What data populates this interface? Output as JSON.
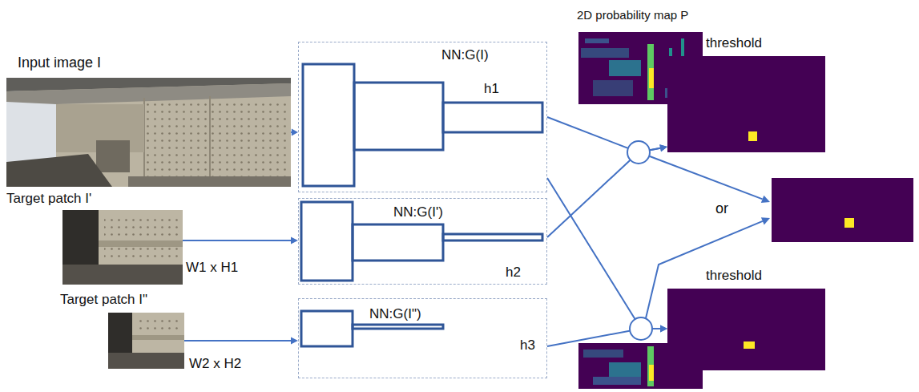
{
  "diagram": {
    "nodes": [
      {
        "text": [
          "Input image I"
        ]
      },
      {
        "text": [
          "NN:G(I)",
          "h1"
        ]
      },
      {
        "text": [
          "Target patch I'",
          "W1 x H1"
        ]
      },
      {
        "text": [
          "NN:G(I')",
          "h2"
        ]
      },
      {
        "text": [
          "Target patch I\"",
          "W2 x H2"
        ]
      },
      {
        "text": [
          "NN:G(I\")",
          "h3"
        ]
      },
      {
        "text": [
          "2D probability map P"
        ]
      },
      {
        "text": [
          "threshold"
        ]
      },
      {
        "text": [
          "threshold"
        ]
      }
    ],
    "edges": [
      {
        "from": 0,
        "to": 1,
        "arrow": "to"
      },
      {
        "from": 2,
        "to": 3,
        "arrow": "to"
      },
      {
        "from": 4,
        "to": 5,
        "arrow": "to"
      },
      {
        "from": 1,
        "to": 7,
        "arrow": "to"
      },
      {
        "from": 3,
        "to": 7,
        "arrow": "to"
      },
      {
        "from": 1,
        "to": 8,
        "arrow": "to"
      },
      {
        "from": 5,
        "to": 8,
        "arrow": "to"
      }
    ],
    "labels": [
      "or"
    ]
  }
}
